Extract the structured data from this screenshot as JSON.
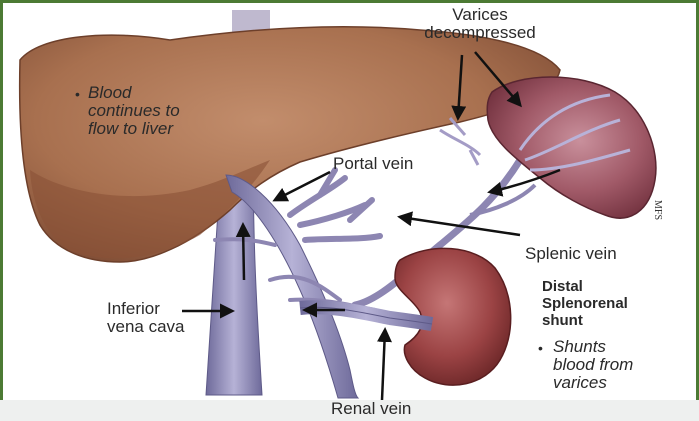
{
  "labels": {
    "varices": "Varices decompressed",
    "blood_flow": "Blood continues to flow to liver",
    "portal_vein": "Portal vein",
    "splenic_vein": "Splenic vein",
    "shunt_title": "Distal Splenorenal shunt",
    "ivc": "Inferior vena cava",
    "shunt_note": "Shunts blood from varices",
    "renal_vein": "Renal vein",
    "signature": "MFS"
  },
  "colors": {
    "border": "#4c7a34",
    "liver": "#a8704f",
    "spleen": "#9a4a58",
    "kidney": "#9b4344",
    "vein": "#8d86b2"
  }
}
